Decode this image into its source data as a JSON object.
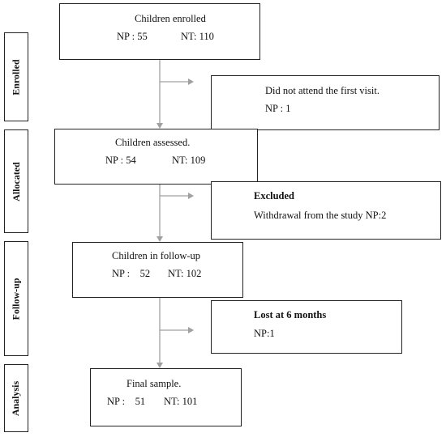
{
  "stages": {
    "enrolled": "Enrolled",
    "allocated": "Allocated",
    "followup": "Follow-up",
    "analysis": "Analysis"
  },
  "boxes": {
    "enrolled": {
      "title": "Children enrolled",
      "np": "NP : 55",
      "nt": "NT: 110"
    },
    "not_attend": {
      "title": "Did not attend the first visit.",
      "np": "NP : 1"
    },
    "assessed": {
      "title": "Children assessed.",
      "np": "NP : 54",
      "nt": "NT: 109"
    },
    "excluded": {
      "title": "Excluded",
      "detail": "Withdrawal from the study NP:2"
    },
    "followup": {
      "title": "Children in follow-up",
      "np": "NP :    52",
      "nt": "NT: 102"
    },
    "lost": {
      "title": "Lost at 6 months",
      "detail": "NP:1"
    },
    "final": {
      "title": "Final sample.",
      "np": "NP :    51",
      "nt": "NT: 101"
    }
  },
  "colors": {
    "arrow": "#a0a0a0",
    "border": "#222222"
  }
}
